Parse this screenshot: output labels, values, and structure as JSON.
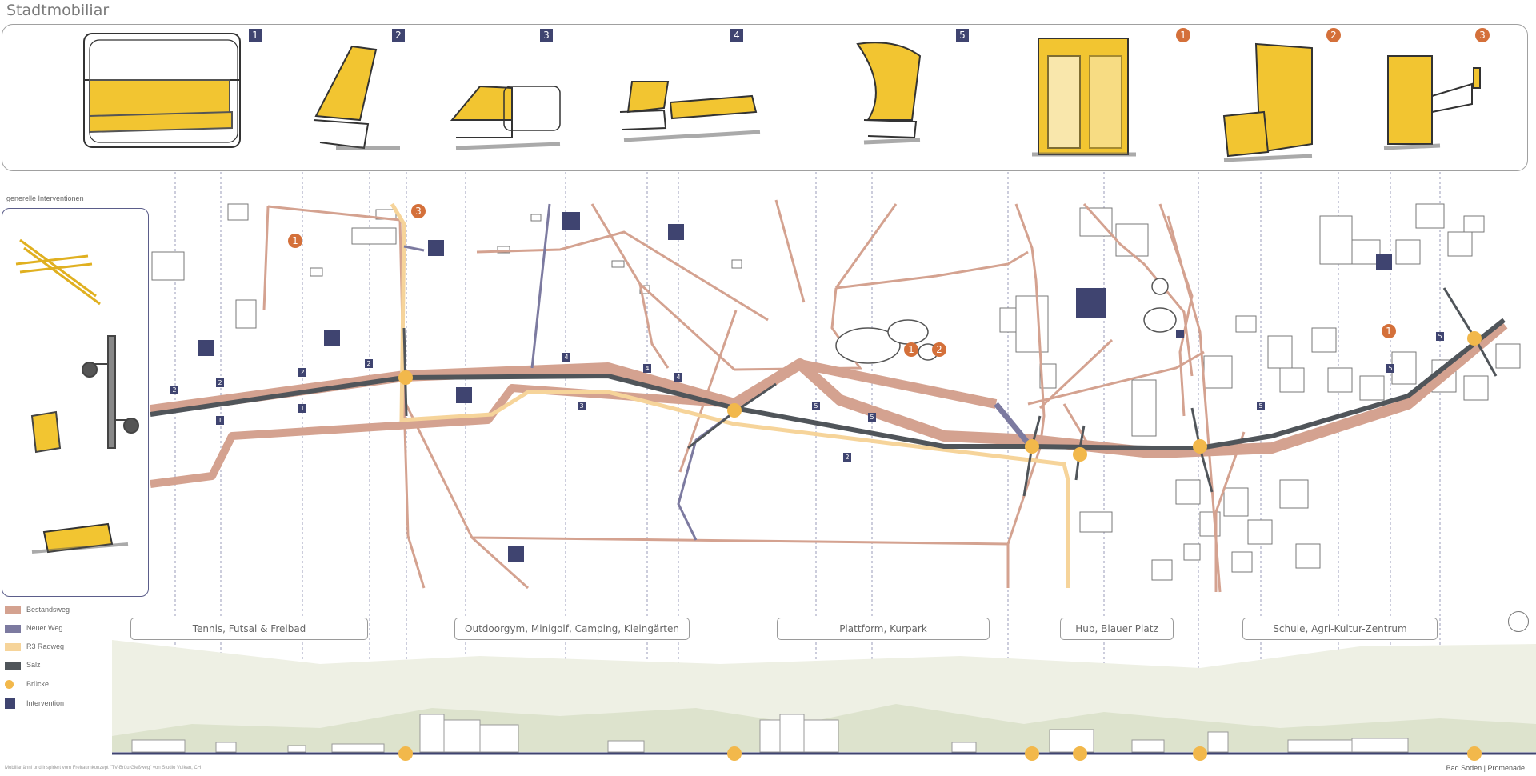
{
  "title": "Stadtmobiliar",
  "furniture": [
    {
      "label": "1",
      "kind": "blue"
    },
    {
      "label": "2",
      "kind": "blue"
    },
    {
      "label": "3",
      "kind": "blue"
    },
    {
      "label": "4",
      "kind": "blue"
    },
    {
      "label": "5",
      "kind": "blue"
    },
    {
      "label": "1",
      "kind": "orange"
    },
    {
      "label": "2",
      "kind": "orange"
    },
    {
      "label": "3",
      "kind": "orange"
    }
  ],
  "general_interventions_label": "generelle Interventionen",
  "zones": [
    "Tennis, Futsal & Freibad",
    "Outdoorgym, Minigolf, Camping, Kleingärten",
    "Plattform, Kurpark",
    "Hub, Blauer Platz",
    "Schule, Agri-Kultur-Zentrum"
  ],
  "legend": [
    {
      "label": "Bestandsweg",
      "color": "#d4a290"
    },
    {
      "label": "Neuer Weg",
      "color": "#7c7aa0"
    },
    {
      "label": "R3 Radweg",
      "color": "#f6d49a"
    },
    {
      "label": "Salz",
      "color": "#50555a"
    },
    {
      "label": "Brücke",
      "color": "#f2b84b"
    },
    {
      "label": "Intervention",
      "color": "#3f4470"
    }
  ],
  "map_markers": {
    "badges": [
      "2",
      "2",
      "1",
      "2",
      "1",
      "2",
      "3",
      "4",
      "4",
      "4",
      "5",
      "5",
      "2",
      "5",
      "5",
      "5"
    ],
    "circles": [
      "1",
      "3",
      "1",
      "2",
      "1"
    ]
  },
  "footer_left": "Mobiliar ähnl und inspiriert vom Freiraumkonzept \"TV-Brüu Gießweg\" von Studio Vulkan, CH",
  "footer_right": "Bad Soden | Promenade",
  "colors": {
    "path": "#d4a290",
    "new_path": "#7c7aa0",
    "bike": "#f6d49a",
    "salt": "#50555a",
    "bridge": "#f2b84b",
    "intervention": "#3f4470",
    "accent": "#d4703a",
    "bench_yellow": "#f2c531"
  }
}
